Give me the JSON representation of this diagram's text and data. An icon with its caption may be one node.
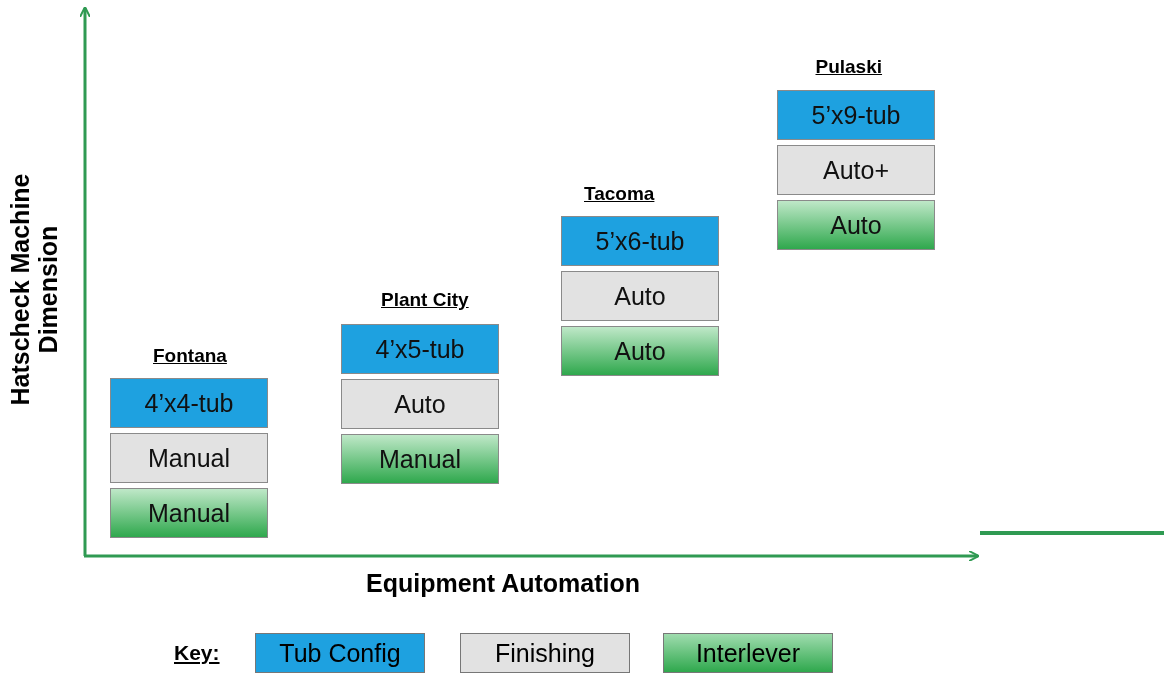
{
  "diagram": {
    "nodes": [
      {
        "text": [
          "4’x4-tub"
        ]
      },
      {
        "text": [
          "Manual"
        ]
      },
      {
        "text": [
          "Manual"
        ]
      },
      {
        "text": [
          "4’x5-tub"
        ]
      },
      {
        "text": [
          "Auto"
        ]
      },
      {
        "text": [
          "Manual"
        ]
      },
      {
        "text": [
          "5’x6-tub"
        ]
      },
      {
        "text": [
          "Auto"
        ]
      },
      {
        "text": [
          "Auto"
        ]
      },
      {
        "text": [
          "5’x9-tub"
        ]
      },
      {
        "text": [
          "Auto+"
        ]
      },
      {
        "text": [
          "Auto"
        ]
      }
    ],
    "edges": [],
    "labels": [
      "Hatscheck Machine Dimension",
      "Pulaski",
      "Tacoma",
      "Plant City",
      "Fontana",
      "Equipment Automation",
      "Key:"
    ],
    "legend": [
      {
        "text": "Tub Config",
        "color": "#1ea1e0"
      },
      {
        "text": "Finishing",
        "color": "#e2e2e2"
      },
      {
        "text": "Interlever",
        "color": "#2fa84d"
      }
    ]
  }
}
